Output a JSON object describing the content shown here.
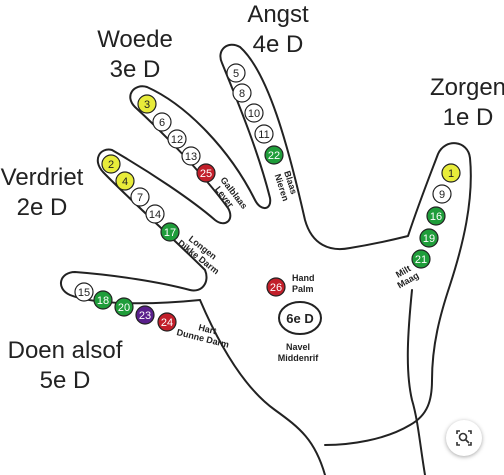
{
  "titles": {
    "woede": [
      "Woede",
      "3e D"
    ],
    "angst": [
      "Angst",
      "4e D"
    ],
    "zorgen": [
      "Zorgen",
      "1e D"
    ],
    "verdriet": [
      "Verdriet",
      "2e D"
    ],
    "doen_alsof": [
      "Doen alsof",
      "5e D"
    ]
  },
  "organs": {
    "blaas_nieren": [
      "Blaas",
      "Nieren"
    ],
    "galblaas_lever": [
      "Galblaas",
      "Lever"
    ],
    "longen_dikke_darm": [
      "Longen",
      "Dikke Darm"
    ],
    "milt_maag": [
      "Milt",
      "Maag"
    ],
    "hart_dunne_darm": [
      "Hart",
      "Dunne Darm"
    ],
    "hand_palm": [
      "Hand",
      "Palm"
    ],
    "navel_middenrif": [
      "Navel",
      "Middenrif"
    ]
  },
  "center": "6e D",
  "colors": {
    "yellow": "#e8ec3a",
    "green": "#1f9d3a",
    "red": "#c21f2a",
    "purple": "#5a1f8c",
    "white": "#ffffff",
    "outline": "#222222"
  },
  "points": {
    "ring": [
      {
        "n": "5",
        "color": "white"
      },
      {
        "n": "8",
        "color": "white"
      },
      {
        "n": "10",
        "color": "white"
      },
      {
        "n": "11",
        "color": "white"
      },
      {
        "n": "22",
        "color": "green"
      }
    ],
    "middle": [
      {
        "n": "3",
        "color": "yellow"
      },
      {
        "n": "6",
        "color": "white"
      },
      {
        "n": "12",
        "color": "white"
      },
      {
        "n": "13",
        "color": "white"
      },
      {
        "n": "25",
        "color": "red"
      }
    ],
    "index": [
      {
        "n": "2",
        "color": "yellow"
      },
      {
        "n": "4",
        "color": "yellow"
      },
      {
        "n": "7",
        "color": "white"
      },
      {
        "n": "14",
        "color": "white"
      },
      {
        "n": "17",
        "color": "green"
      }
    ],
    "little": [
      {
        "n": "1",
        "color": "yellow"
      },
      {
        "n": "9",
        "color": "white"
      },
      {
        "n": "16",
        "color": "green"
      },
      {
        "n": "19",
        "color": "green"
      },
      {
        "n": "21",
        "color": "green"
      }
    ],
    "thumb": [
      {
        "n": "15",
        "color": "white"
      },
      {
        "n": "18",
        "color": "green"
      },
      {
        "n": "20",
        "color": "green"
      },
      {
        "n": "23",
        "color": "purple"
      },
      {
        "n": "24",
        "color": "red"
      }
    ],
    "palm": [
      {
        "n": "26",
        "color": "red"
      }
    ]
  },
  "controls": {
    "zoom_icon": "magnifier-zoom-icon"
  }
}
